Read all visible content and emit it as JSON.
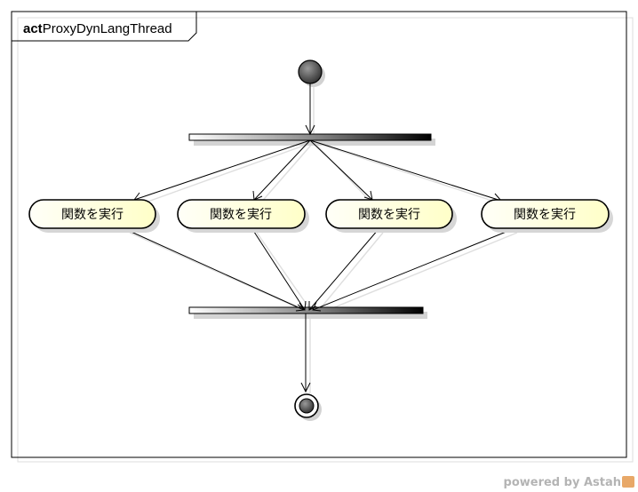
{
  "frame": {
    "keyword": "act",
    "name": "ProxyDynLangThread"
  },
  "actions": [
    {
      "label": "関数を実行"
    },
    {
      "label": "関数を実行"
    },
    {
      "label": "関数を実行"
    },
    {
      "label": "関数を実行"
    }
  ],
  "footer": {
    "text": "powered by Astah"
  },
  "colors": {
    "action_fill_start": "#fffff8",
    "action_fill_end": "#ffffcc",
    "stroke": "#000000",
    "shadow": "#d7d7d7",
    "footer_text": "#b4b4b4",
    "footer_logo": "#e8a868"
  }
}
